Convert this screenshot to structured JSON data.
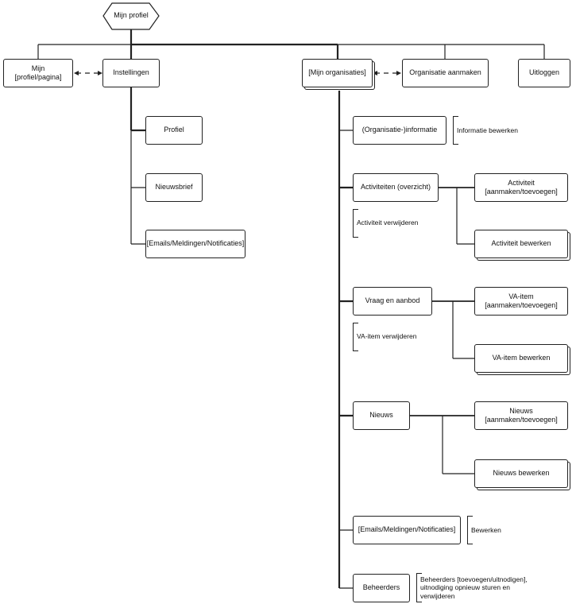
{
  "root": {
    "label": "Mijn profiel"
  },
  "top": {
    "profile_page": "Mijn [profiel/pagina]",
    "settings": "Instellingen",
    "my_orgs": "[Mijn organisaties]",
    "create_org": "Organisatie aanmaken",
    "logout": "Uitloggen"
  },
  "settings": {
    "profile": "Profiel",
    "newsletter": "Nieuwsbrief",
    "emails": "[Emails/Meldingen/Notificaties]"
  },
  "orgs": {
    "info": "(Organisatie-)informatie",
    "info_note": "Informatie bewerken",
    "activities": "Activiteiten (overzicht)",
    "activity_create": "Activiteit [aanmaken/toevoegen]",
    "activity_delete": "Activiteit verwijderen",
    "activity_edit": "Activiteit bewerken",
    "va": "Vraag en aanbod",
    "va_create": "VA-item [aanmaken/toevoegen]",
    "va_delete": "VA-item verwijderen",
    "va_edit": "VA-item bewerken",
    "news": "Nieuws",
    "news_create": "Nieuws [aanmaken/toevoegen]",
    "news_edit": "Nieuws bewerken",
    "emails": "[Emails/Meldingen/Notificaties]",
    "emails_note": "Bewerken",
    "admins": "Beheerders",
    "admins_note": "Beheerders [toevoegen/uitnodigen], uitnodiging opnieuw sturen en verwijderen"
  }
}
